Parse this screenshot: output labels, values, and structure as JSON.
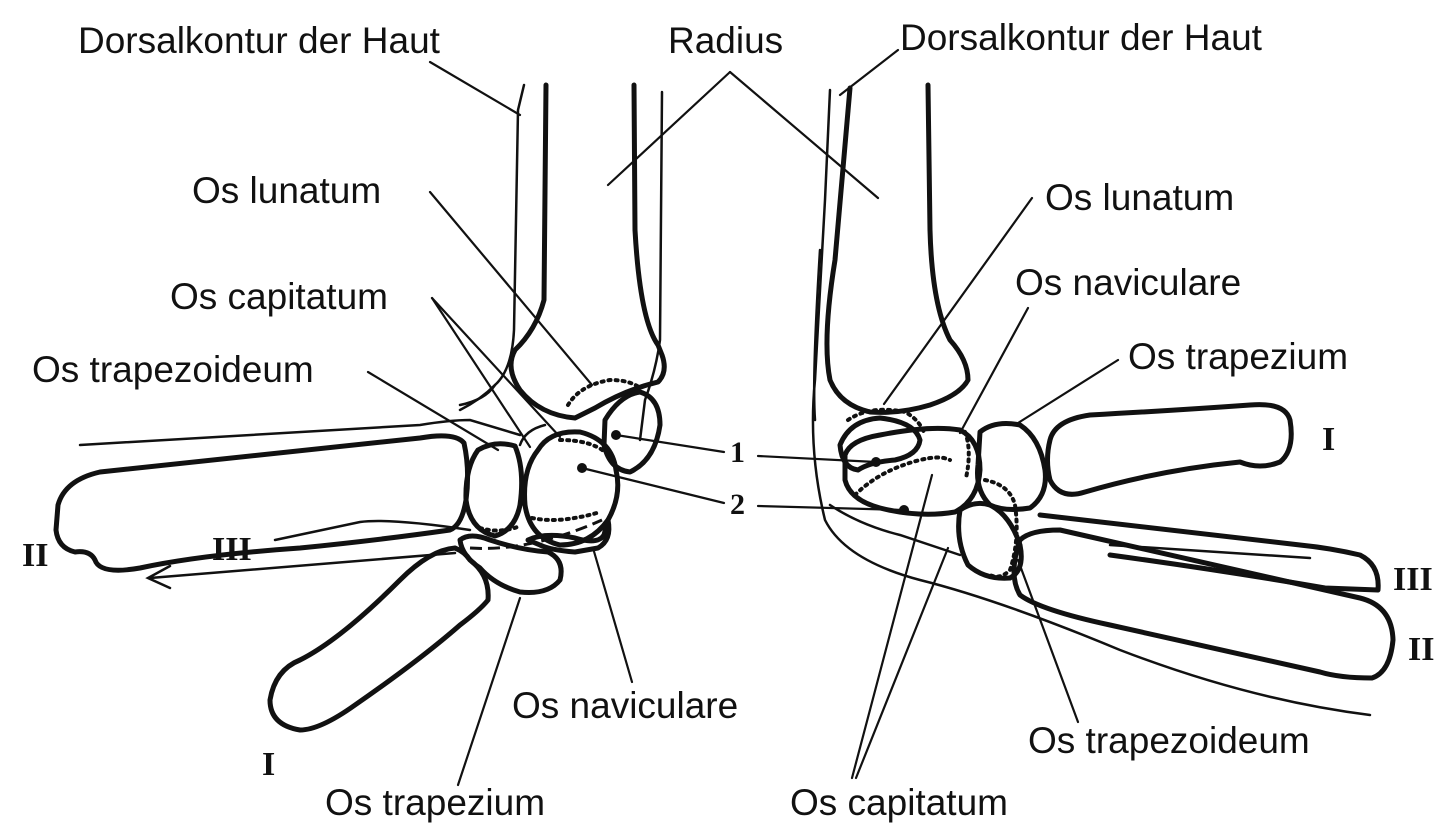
{
  "labels": {
    "dorsal_left": "Dorsalkontur der Haut",
    "radius": "Radius",
    "dorsal_right": "Dorsalkontur der Haut",
    "lunatum_left": "Os lunatum",
    "lunatum_right": "Os lunatum",
    "capitatum_left": "Os capitatum",
    "naviculare_right": "Os naviculare",
    "trapezoideum_left": "Os trapezoideum",
    "trapezium_right": "Os trapezium",
    "naviculare_left": "Os naviculare",
    "trapezoideum_right": "Os trapezoideum",
    "trapezium_left": "Os trapezium",
    "capitatum_right": "Os capitatum"
  },
  "markers": {
    "one": "1",
    "two": "2"
  },
  "metacarpals": {
    "left_II": "II",
    "left_III": "III",
    "left_I": "I",
    "right_I": "I",
    "right_III": "III",
    "right_II": "II"
  }
}
